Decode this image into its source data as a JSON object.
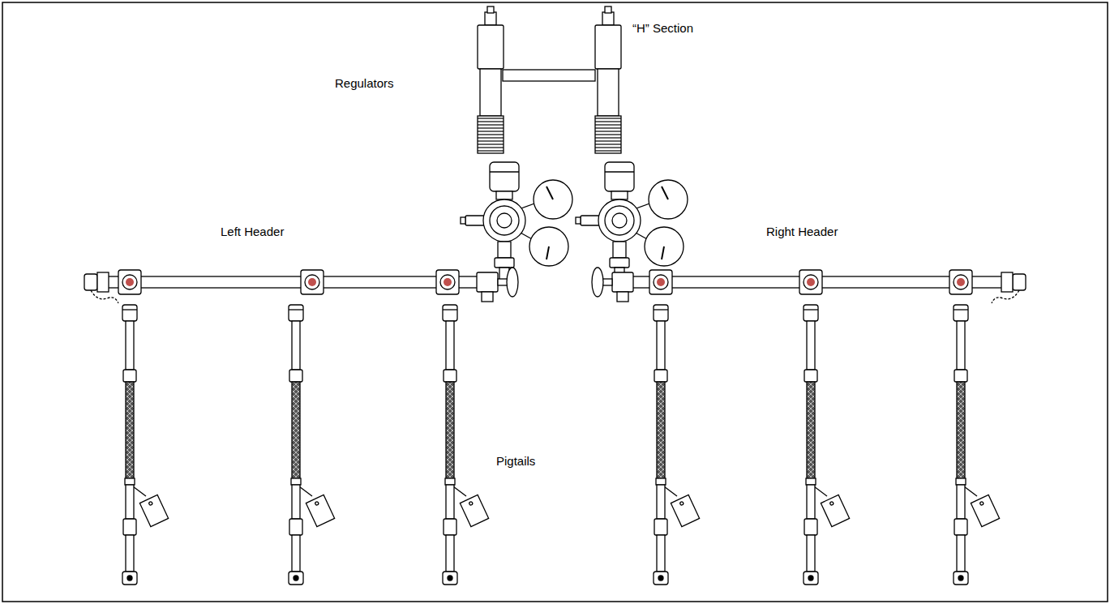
{
  "diagram": {
    "labels": [
      "“H” Section",
      "Regulators",
      "Left Header",
      "Right Header",
      "Pigtails"
    ]
  }
}
